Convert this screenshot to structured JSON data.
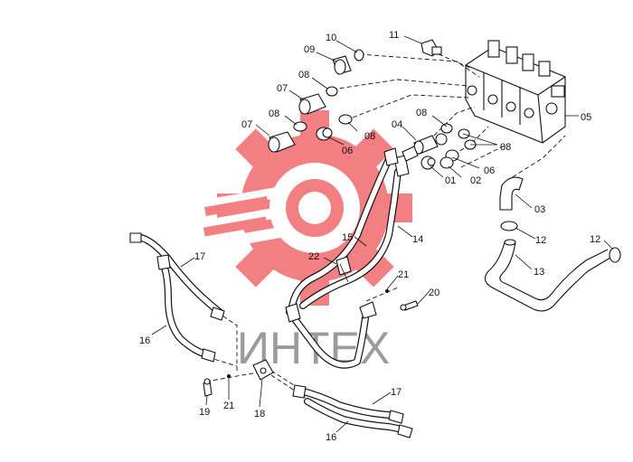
{
  "watermark": {
    "text": "ИНТЕХ",
    "gear_color": "#f0696c",
    "text_color": "#8a8a8a"
  },
  "callouts": [
    {
      "id": "c-10",
      "text": "10"
    },
    {
      "id": "c-11",
      "text": "11"
    },
    {
      "id": "c-09",
      "text": "09"
    },
    {
      "id": "c-08a",
      "text": "08"
    },
    {
      "id": "c-07a",
      "text": "07"
    },
    {
      "id": "c-08b",
      "text": "08"
    },
    {
      "id": "c-07b",
      "text": "07"
    },
    {
      "id": "c-08c",
      "text": "08"
    },
    {
      "id": "c-06a",
      "text": "06"
    },
    {
      "id": "c-04",
      "text": "04"
    },
    {
      "id": "c-08d",
      "text": "08"
    },
    {
      "id": "c-08e",
      "text": "08"
    },
    {
      "id": "c-05",
      "text": "05"
    },
    {
      "id": "c-06b",
      "text": "06"
    },
    {
      "id": "c-01",
      "text": "01"
    },
    {
      "id": "c-02",
      "text": "02"
    },
    {
      "id": "c-03",
      "text": "03"
    },
    {
      "id": "c-12a",
      "text": "12"
    },
    {
      "id": "c-12b",
      "text": "12"
    },
    {
      "id": "c-13",
      "text": "13"
    },
    {
      "id": "c-14",
      "text": "14"
    },
    {
      "id": "c-15",
      "text": "15"
    },
    {
      "id": "c-22",
      "text": "22"
    },
    {
      "id": "c-21a",
      "text": "21"
    },
    {
      "id": "c-20",
      "text": "20"
    },
    {
      "id": "c-17a",
      "text": "17"
    },
    {
      "id": "c-16a",
      "text": "16"
    },
    {
      "id": "c-19",
      "text": "19"
    },
    {
      "id": "c-21b",
      "text": "21"
    },
    {
      "id": "c-18",
      "text": "18"
    },
    {
      "id": "c-17b",
      "text": "17"
    },
    {
      "id": "c-16b",
      "text": "16"
    }
  ]
}
